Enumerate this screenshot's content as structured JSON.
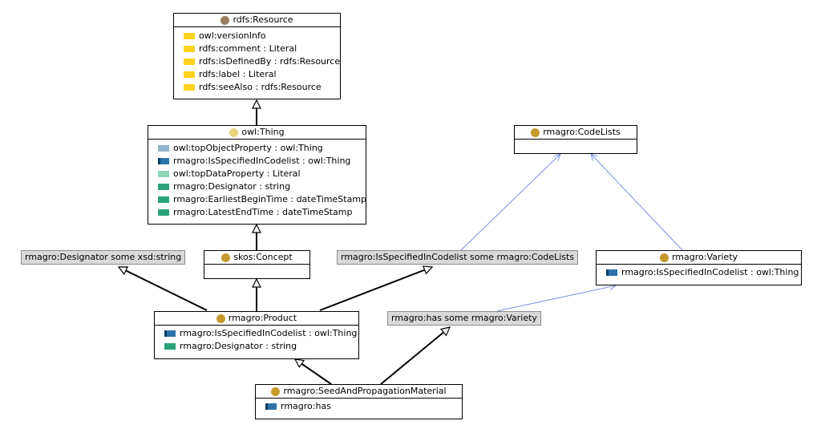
{
  "classes": {
    "resource": {
      "title": "rdfs:Resource",
      "attributes": [
        {
          "label": "owl:versionInfo",
          "icon": "annotation-property-icon"
        },
        {
          "label": "rdfs:comment : Literal",
          "icon": "annotation-property-icon"
        },
        {
          "label": "rdfs:isDefinedBy : rdfs:Resource",
          "icon": "annotation-property-icon"
        },
        {
          "label": "rdfs:label : Literal",
          "icon": "annotation-property-icon"
        },
        {
          "label": "rdfs:seeAlso : rdfs:Resource",
          "icon": "annotation-property-icon"
        }
      ]
    },
    "thing": {
      "title": "owl:Thing",
      "attributes": [
        {
          "label": "owl:topObjectProperty : owl:Thing",
          "icon": "top-object-property-icon"
        },
        {
          "label": "rmagro:IsSpecifiedInCodelist : owl:Thing",
          "icon": "object-property-icon"
        },
        {
          "label": "owl:topDataProperty : Literal",
          "icon": "top-data-property-icon"
        },
        {
          "label": "rmagro:Designator : string",
          "icon": "data-property-icon"
        },
        {
          "label": "rmagro:EarliestBeginTime : dateTimeStamp",
          "icon": "data-property-icon"
        },
        {
          "label": "rmagro:LatestEndTime : dateTimeStamp",
          "icon": "data-property-icon"
        }
      ]
    },
    "concept": {
      "title": "skos:Concept",
      "attributes": []
    },
    "codelists": {
      "title": "rmagro:CodeLists",
      "attributes": []
    },
    "variety": {
      "title": "rmagro:Variety",
      "attributes": [
        {
          "label": "rmagro:IsSpecifiedInCodelist : owl:Thing",
          "icon": "object-property-icon"
        }
      ]
    },
    "product": {
      "title": "rmagro:Product",
      "attributes": [
        {
          "label": "rmagro:IsSpecifiedInCodelist : owl:Thing",
          "icon": "object-property-icon"
        },
        {
          "label": "rmagro:Designator : string",
          "icon": "data-property-icon"
        }
      ]
    },
    "seed": {
      "title": "rmagro:SeedAndPropagationMaterial",
      "attributes": [
        {
          "label": "rmagro:has",
          "icon": "object-property-icon"
        }
      ]
    }
  },
  "restrictions": {
    "designator": "rmagro:Designator some xsd:string",
    "codelist": "rmagro:IsSpecifiedInCodelist some rmagro:CodeLists",
    "has_variety": "rmagro:has some rmagro:Variety"
  },
  "colors": {
    "annotation_property": "#ffd21f",
    "object_property": "#2a72a8",
    "data_property": "#2aa27a",
    "restriction_fill": "#d9d9d9",
    "link_blue": "#7a8fe0"
  }
}
